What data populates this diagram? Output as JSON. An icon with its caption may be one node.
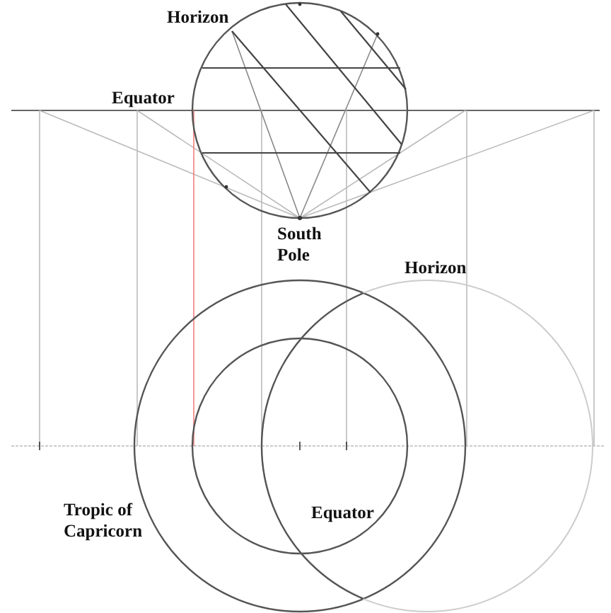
{
  "diagram": {
    "labels": [
      "Horizon",
      "Equator",
      "South Pole",
      "Horizon",
      "Tropic of Capricorn",
      "Equator"
    ]
  }
}
